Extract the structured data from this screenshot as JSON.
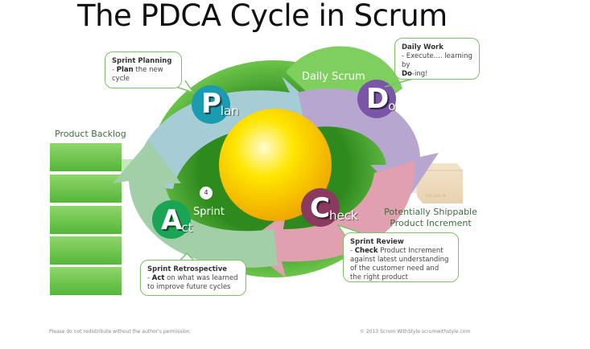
{
  "title": "The PDCA Cycle in Scrum",
  "backlog": {
    "label": "Product Backlog",
    "item_count": 5
  },
  "cycle": {
    "center_ring_labels": {
      "daily_scrum": "Daily Scrum",
      "sprint": "Sprint",
      "sprint_duration_badge": "4"
    },
    "phases": [
      {
        "id": "plan",
        "big": "P",
        "rest": "lan",
        "color": "#1a9bb0",
        "arrow_color": "#a6ccd6"
      },
      {
        "id": "do",
        "big": "D",
        "rest": "o",
        "color": "#7a55a8",
        "arrow_color": "#b7a6cf"
      },
      {
        "id": "check",
        "big": "C",
        "rest": "heck",
        "color": "#8a3a5e",
        "arrow_color": "#e0a0b0"
      },
      {
        "id": "act",
        "big": "A",
        "rest": "ct",
        "color": "#1aa455",
        "arrow_color": "#a3cfa8"
      }
    ]
  },
  "callouts": {
    "sprint_planning": {
      "head": "Sprint Planning",
      "bold": "Plan",
      "text": " the new cycle"
    },
    "daily_work": {
      "head": "Daily Work",
      "line1": "- Execute.... learning by",
      "bold": "Do",
      "text": "-ing!"
    },
    "sprint_review": {
      "head": "Sprint Review",
      "bold": "Check",
      "text": " Product Increment against latest understanding of the customer need and the right product"
    },
    "sprint_retrospective": {
      "head": "Sprint Retrospective",
      "bold": "Act",
      "text": " on what was learned to improve future cycles"
    }
  },
  "increment": {
    "label_line1": "Potentially Shippable",
    "label_line2": "Product Increment",
    "box_text": "THIS SIDE UP"
  },
  "footer": {
    "left": "Please do not redistribute without the author's permission.",
    "right": "© 2013 Scrum WithStyle scrumwithstyle.com"
  }
}
